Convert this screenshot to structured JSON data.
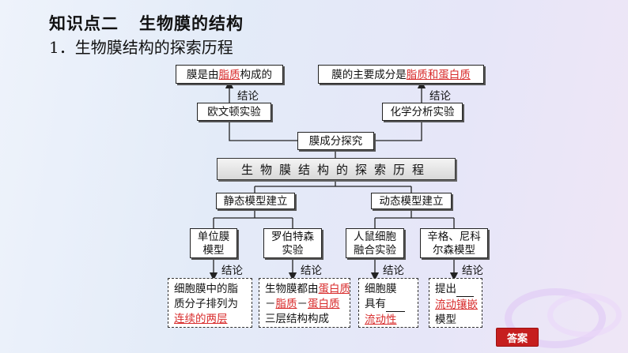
{
  "heading": {
    "section": "知识点二",
    "topic": "生物膜的结构",
    "subtitle": "1．生物膜结构的探索历程"
  },
  "diagram": {
    "center": "生物膜结构的探索历程",
    "composition": {
      "root": "膜成分探究",
      "left_experiment": "欧文顿实验",
      "left_link": "结论",
      "left_conclusion_prefix": "膜是由",
      "left_conclusion_answer": "脂质",
      "left_conclusion_suffix": "构成的",
      "right_experiment": "化学分析实验",
      "right_link": "结论",
      "right_conclusion_prefix": "膜的主要成分是",
      "right_conclusion_answer": "脂质和蛋白质"
    },
    "static_model": {
      "root": "静态模型建立",
      "item1_line1": "单位膜",
      "item1_line2": "模型",
      "item1_link": "结论",
      "item1_result_line1": "细胞膜中的脂",
      "item1_result_line2": "质分子排列为",
      "item1_result_answer": "连续的两层",
      "item2_line1": "罗伯特森",
      "item2_line2": "实验",
      "item2_link": "结论",
      "item2_result_line1_prefix": "生物膜都由",
      "item2_result_answer1": "蛋白质",
      "item2_result_line2_prefix": "－",
      "item2_result_answer2": "脂质",
      "item2_result_line2_mid": "－",
      "item2_result_answer3": "蛋白质",
      "item2_result_line3": "三层结构构成"
    },
    "dynamic_model": {
      "root": "动态模型建立",
      "item1_line1": "人鼠细胞",
      "item1_line2": "融合实验",
      "item1_link": "结论",
      "item1_result_line1": "细胞膜",
      "item1_result_line2_prefix": "具有",
      "item1_result_answer": "流动性",
      "item2_line1": "辛格、尼科",
      "item2_line2": "尔森模型",
      "item2_link": "结论",
      "item2_result_line1": "提出",
      "item2_result_answer": "流动镶嵌",
      "item2_result_line3": "模型"
    }
  },
  "answer_button": "答案",
  "colors": {
    "answer_red": "#d82a2a",
    "button_red": "#c61e1e"
  }
}
